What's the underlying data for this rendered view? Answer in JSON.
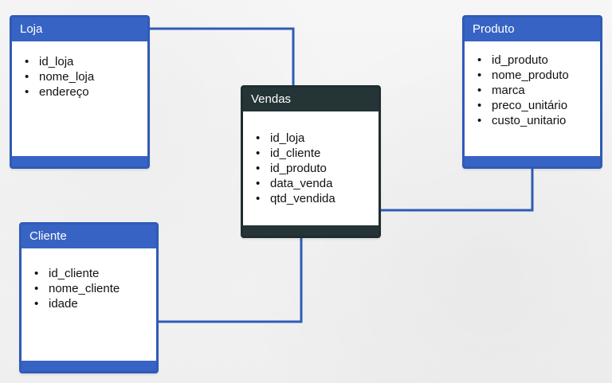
{
  "colors": {
    "background": "#f2f2f2",
    "entity_blue": "#3764c4",
    "entity_dark": "#253436",
    "connector": "#2f5bb7"
  },
  "entities": [
    {
      "id": "loja",
      "title": "Loja",
      "fields": [
        "id_loja",
        "nome_loja",
        "endereço"
      ]
    },
    {
      "id": "produto",
      "title": "Produto",
      "fields": [
        "id_produto",
        "nome_produto",
        "marca",
        "preco_unitário",
        "custo_unitario"
      ]
    },
    {
      "id": "vendas",
      "title": "Vendas",
      "fields": [
        "id_loja",
        "id_cliente",
        "id_produto",
        "data_venda",
        "qtd_vendida"
      ]
    },
    {
      "id": "cliente",
      "title": "Cliente",
      "fields": [
        "id_cliente",
        "nome_cliente",
        "idade"
      ]
    }
  ],
  "relationships": [
    {
      "from": "loja",
      "to": "vendas"
    },
    {
      "from": "produto",
      "to": "vendas"
    },
    {
      "from": "cliente",
      "to": "vendas"
    }
  ]
}
